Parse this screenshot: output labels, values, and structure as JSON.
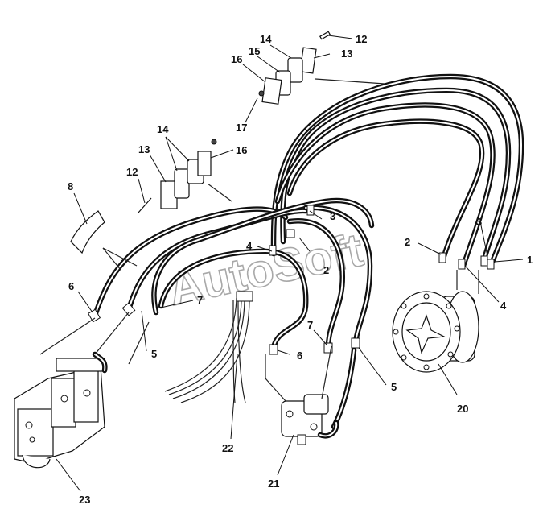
{
  "watermark": "AutoSoft",
  "callouts": [
    {
      "id": "c1",
      "text": "1"
    },
    {
      "id": "c2a",
      "text": "2"
    },
    {
      "id": "c2b",
      "text": "2"
    },
    {
      "id": "c3a",
      "text": "3"
    },
    {
      "id": "c3b",
      "text": "3"
    },
    {
      "id": "c4a",
      "text": "4"
    },
    {
      "id": "c4b",
      "text": "4"
    },
    {
      "id": "c5a",
      "text": "5"
    },
    {
      "id": "c5b",
      "text": "5"
    },
    {
      "id": "c6a",
      "text": "6"
    },
    {
      "id": "c6b",
      "text": "6"
    },
    {
      "id": "c7a",
      "text": "7"
    },
    {
      "id": "c7b",
      "text": "7"
    },
    {
      "id": "c8",
      "text": "8"
    },
    {
      "id": "c12a",
      "text": "12"
    },
    {
      "id": "c12b",
      "text": "12"
    },
    {
      "id": "c13a",
      "text": "13"
    },
    {
      "id": "c13b",
      "text": "13"
    },
    {
      "id": "c14a",
      "text": "14"
    },
    {
      "id": "c14b",
      "text": "14"
    },
    {
      "id": "c15",
      "text": "15"
    },
    {
      "id": "c16a",
      "text": "16"
    },
    {
      "id": "c16b",
      "text": "16"
    },
    {
      "id": "c17",
      "text": "17"
    },
    {
      "id": "c20",
      "text": "20"
    },
    {
      "id": "c21",
      "text": "21"
    },
    {
      "id": "c22",
      "text": "22"
    },
    {
      "id": "c23",
      "text": "23"
    }
  ]
}
